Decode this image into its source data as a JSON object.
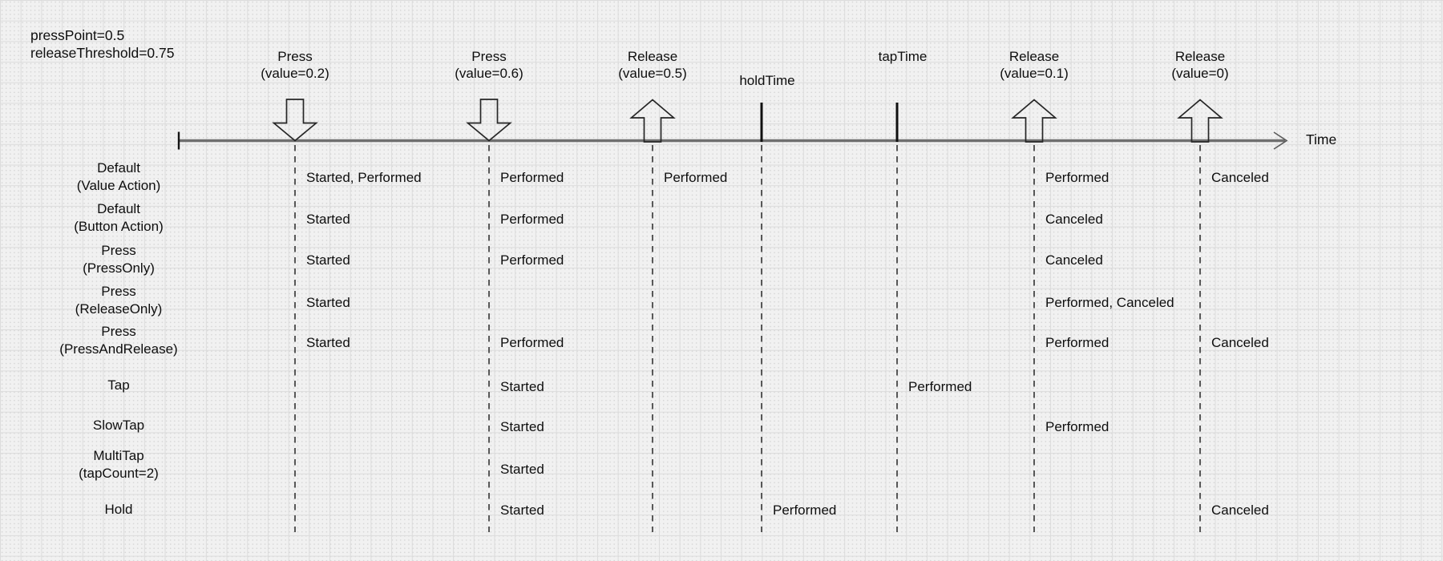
{
  "params": {
    "press_point": "pressPoint=0.5",
    "release_threshold": "releaseThreshold=0.75"
  },
  "axis": {
    "time_label": "Time"
  },
  "events": [
    {
      "label": "Press",
      "sub": "(value=0.2)",
      "direction": "down"
    },
    {
      "label": "Press",
      "sub": "(value=0.6)",
      "direction": "down"
    },
    {
      "label": "Release",
      "sub": "(value=0.5)",
      "direction": "up"
    },
    {
      "label": "Release",
      "sub": "(value=0.1)",
      "direction": "up"
    },
    {
      "label": "Release",
      "sub": "(value=0)",
      "direction": "up"
    }
  ],
  "markers": {
    "hold_time": "holdTime",
    "tap_time": "tapTime"
  },
  "rows": [
    {
      "label1": "Default",
      "label2": "(Value Action)",
      "cells": {
        "c0": "Started, Performed",
        "c1": "Performed",
        "c2": "Performed",
        "c5": "Performed",
        "c6": "Canceled"
      }
    },
    {
      "label1": "Default",
      "label2": "(Button Action)",
      "cells": {
        "c0": "Started",
        "c1": "Performed",
        "c5": "Canceled"
      }
    },
    {
      "label1": "Press",
      "label2": "(PressOnly)",
      "cells": {
        "c0": "Started",
        "c1": "Performed",
        "c5": "Canceled"
      }
    },
    {
      "label1": "Press",
      "label2": "(ReleaseOnly)",
      "cells": {
        "c0": "Started",
        "c5": "Performed, Canceled"
      }
    },
    {
      "label1": "Press",
      "label2": "(PressAndRelease)",
      "cells": {
        "c0": "Started",
        "c1": "Performed",
        "c5": "Performed",
        "c6": "Canceled"
      }
    },
    {
      "label1": "Tap",
      "cells": {
        "c1": "Started",
        "c4": "Performed"
      }
    },
    {
      "label1": "SlowTap",
      "cells": {
        "c1": "Started",
        "c5": "Performed"
      }
    },
    {
      "label1": "MultiTap",
      "label2": "(tapCount=2)",
      "cells": {
        "c1": "Started"
      }
    },
    {
      "label1": "Hold",
      "cells": {
        "c1": "Started",
        "c3": "Performed",
        "c6": "Canceled"
      }
    }
  ],
  "colors": {
    "ink": "#0e0e0e",
    "axis_line": "#6f6f6f",
    "dashed_line": "#3e3e3e"
  }
}
